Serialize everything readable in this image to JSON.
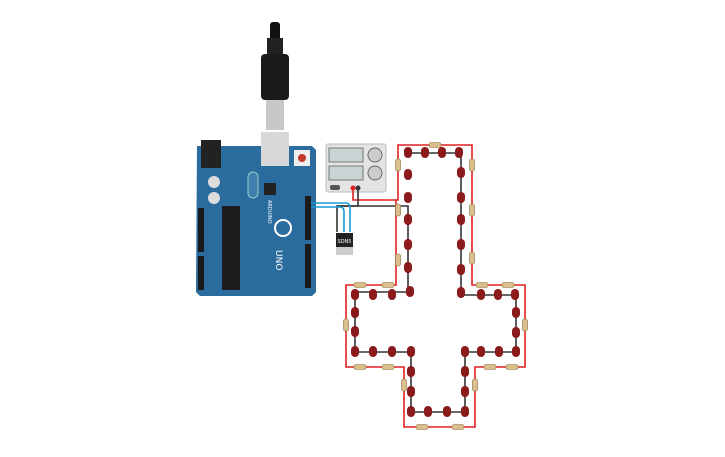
{
  "canvas": {
    "background": "#ffffff",
    "colors": {
      "arduino_board": "#2a6c9e",
      "led": "#8b1a1a",
      "wire_positive": "#e02020",
      "wire_ground": "#333333",
      "wire_signal": "#1a9ad6",
      "resistor": "#d9c08c"
    }
  },
  "components": {
    "arduino": {
      "model": "UNO",
      "brand": "ARDUINO"
    },
    "power_supply": {
      "type": "dc-power-supply"
    },
    "transistor": {
      "label": "SDN5"
    },
    "usb_cable": {
      "type": "usb-b-cable"
    }
  }
}
